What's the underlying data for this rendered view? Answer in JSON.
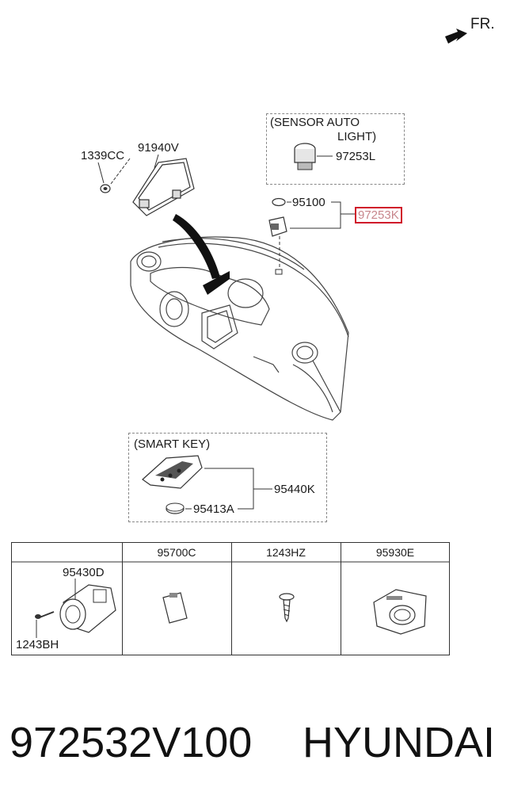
{
  "direction_label": "FR.",
  "sensor_group": {
    "title_line1": "(SENSOR AUTO",
    "title_line2": "LIGHT)",
    "part": "97253L"
  },
  "upper_parts": {
    "p1339cc": "1339CC",
    "p91940v": "91940V",
    "p95100": "95100",
    "p97253k": "97253K"
  },
  "smart_key_group": {
    "title": "(SMART KEY)",
    "p95440k": "95440K",
    "p95413a": "95413A"
  },
  "table": {
    "headers": [
      "",
      "95700C",
      "1243HZ",
      "95930E"
    ],
    "cell1_top": "95430D",
    "cell1_bottom": "1243BH"
  },
  "footer": {
    "part_number": "972532V100",
    "brand": "HYUNDAI"
  },
  "colors": {
    "highlight": "#d0162a",
    "line": "#333333"
  }
}
